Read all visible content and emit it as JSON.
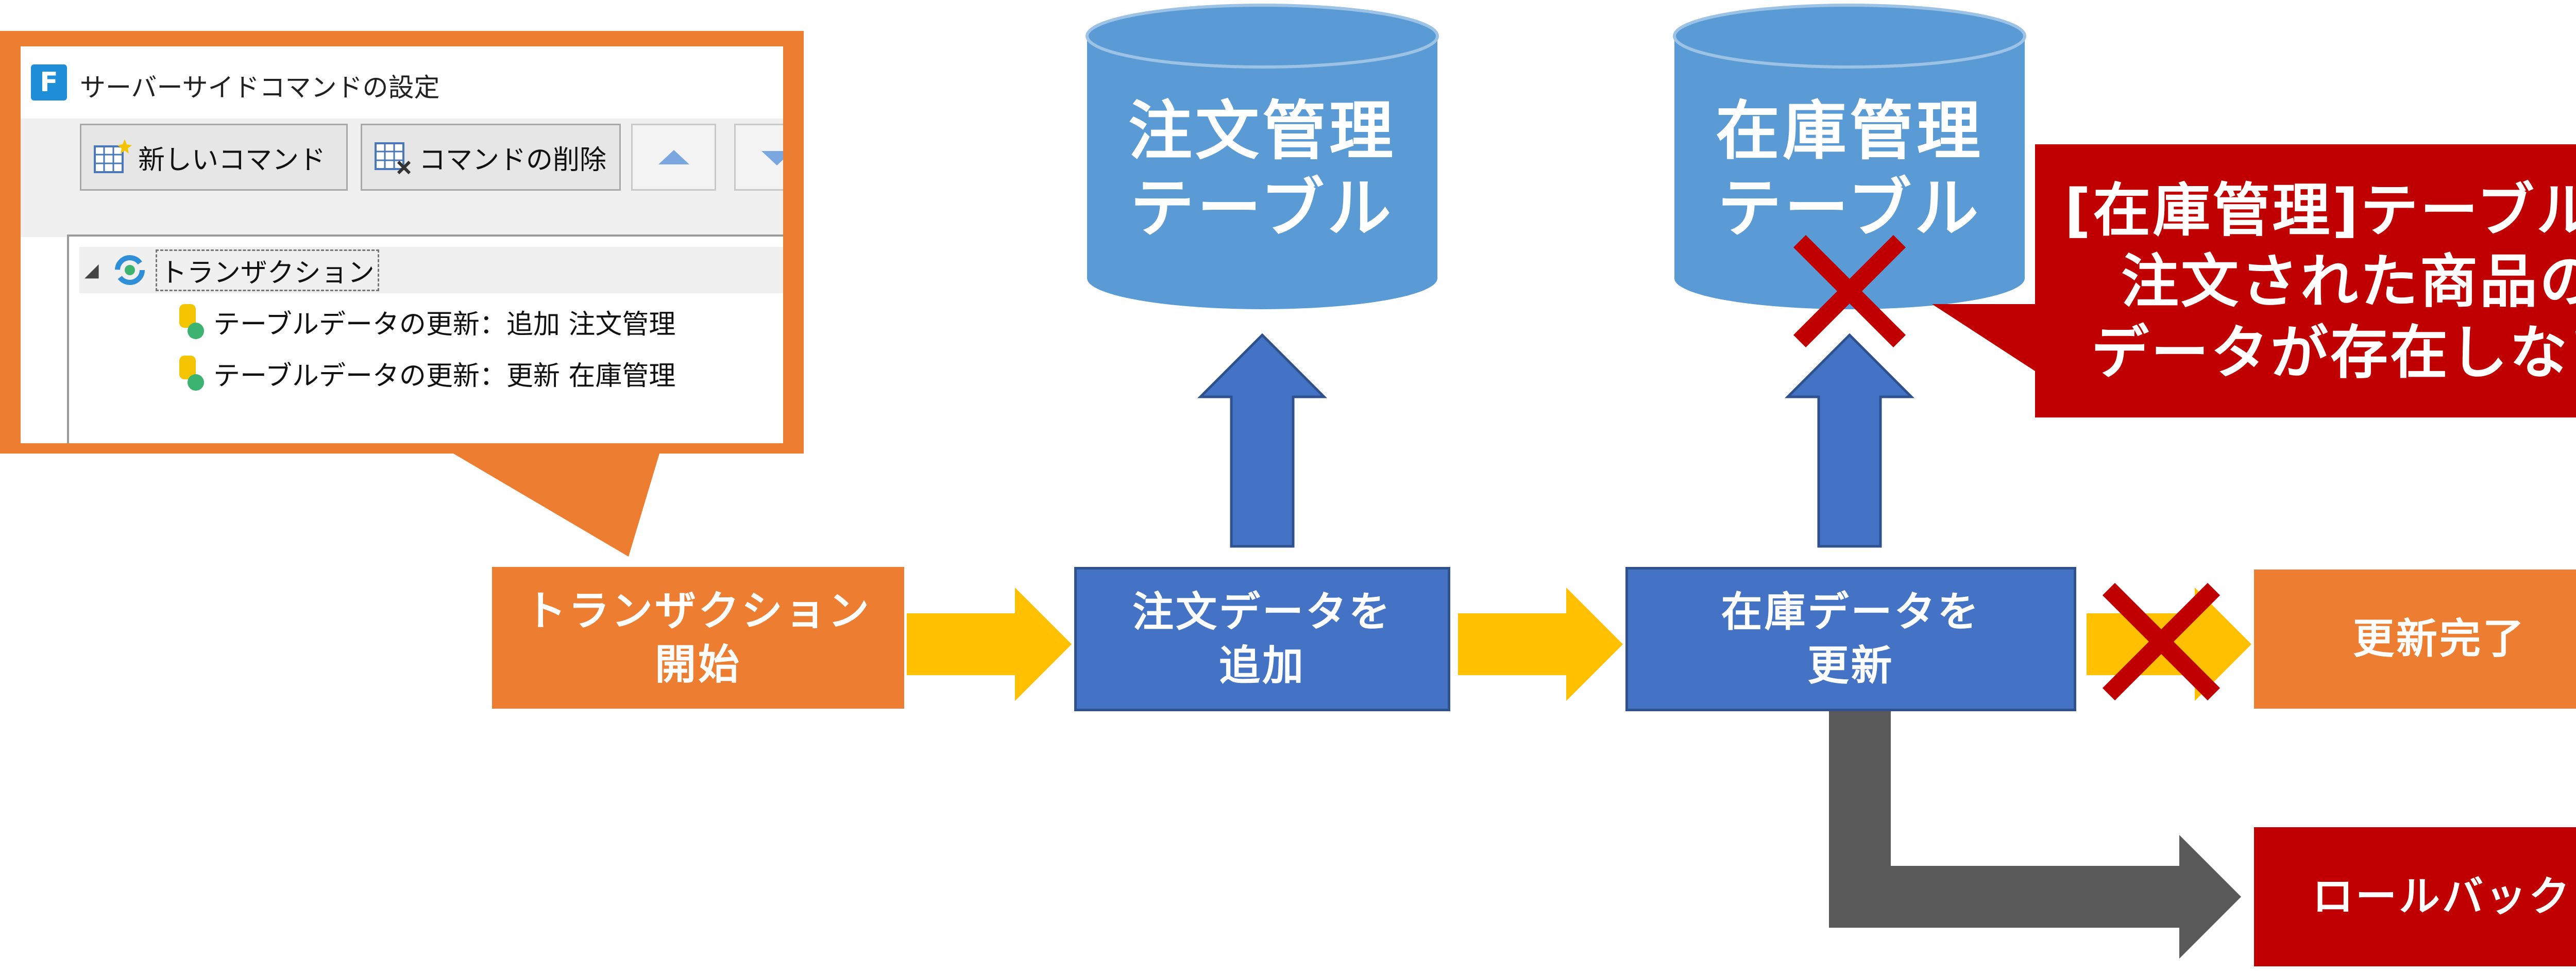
{
  "window": {
    "title": "サーバーサイドコマンドの設定",
    "app_icon": "F",
    "toolbar": {
      "new_command_label": "新しいコマンド",
      "delete_command_label": "コマンドの削除"
    },
    "tree": {
      "expander": "◢",
      "root_label": "トランザクション",
      "children": [
        "テーブルデータの更新：追加 注文管理",
        "テーブルデータの更新：更新 在庫管理"
      ]
    }
  },
  "diagram": {
    "start_box": [
      "トランザクション",
      "開始"
    ],
    "add_order_box": [
      "注文データを",
      "追加"
    ],
    "update_stock_box": [
      "在庫データを",
      "更新"
    ],
    "update_done_box": "更新完了",
    "rollback_box": "ロールバック",
    "order_table": [
      "注文管理",
      "テーブル"
    ],
    "stock_table": [
      "在庫管理",
      "テーブル"
    ],
    "error_message": [
      "[在庫管理]テーブルに",
      "注文された商品の",
      "データが存在しない"
    ]
  },
  "colors": {
    "orange": "#ed7d31",
    "blue": "#4472c4",
    "cylinder": "#5b9bd5",
    "red": "#c00000",
    "yellow_arrow": "#ffc000",
    "gray_arrow": "#595959"
  },
  "icons": [
    "app-icon",
    "grid-new-icon",
    "grid-delete-icon",
    "arrow-up-icon",
    "arrow-down-icon",
    "refresh-icon",
    "db-update-icon",
    "cross-icon"
  ]
}
